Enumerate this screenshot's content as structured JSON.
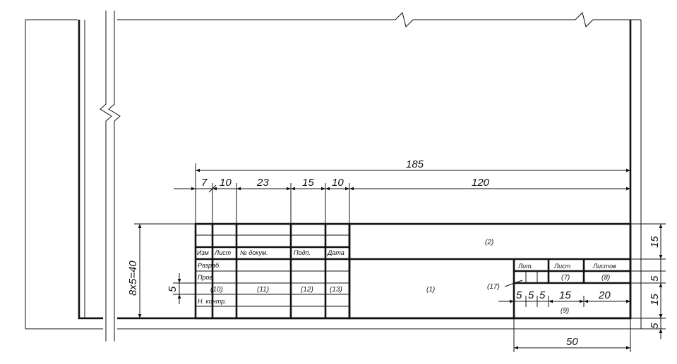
{
  "dimensions": {
    "overall": "185",
    "col1": "7",
    "col2": "10",
    "col3": "23",
    "col4": "15",
    "col5": "10",
    "col6": "120",
    "rows": "8x5=40",
    "row_step": "5",
    "right_top": "15",
    "right_mid": "5",
    "right_low": "15",
    "right_bottom": "5",
    "lit_a": "5",
    "lit_b": "5",
    "lit_c": "5",
    "list_w": "15",
    "listov_w": "20",
    "bottom_width": "50"
  },
  "headers": {
    "izm": "Изм",
    "list": "Лист",
    "doc": "№ докум.",
    "podp": "Подп.",
    "data": "Дата"
  },
  "row_labels": {
    "razrab": "Разраб.",
    "prov": "Пров",
    "n_kontr": "Н. контр."
  },
  "field_refs": {
    "f1": "(1)",
    "f2": "(2)",
    "f7": "(7)",
    "f8": "(8)",
    "f9": "(9)",
    "f10": "(10)",
    "f11": "(11)",
    "f12": "(12)",
    "f13": "(13)",
    "f17": "(17)"
  },
  "right_block": {
    "lit": "Лит.",
    "list": "Лист",
    "listov": "Листов"
  }
}
